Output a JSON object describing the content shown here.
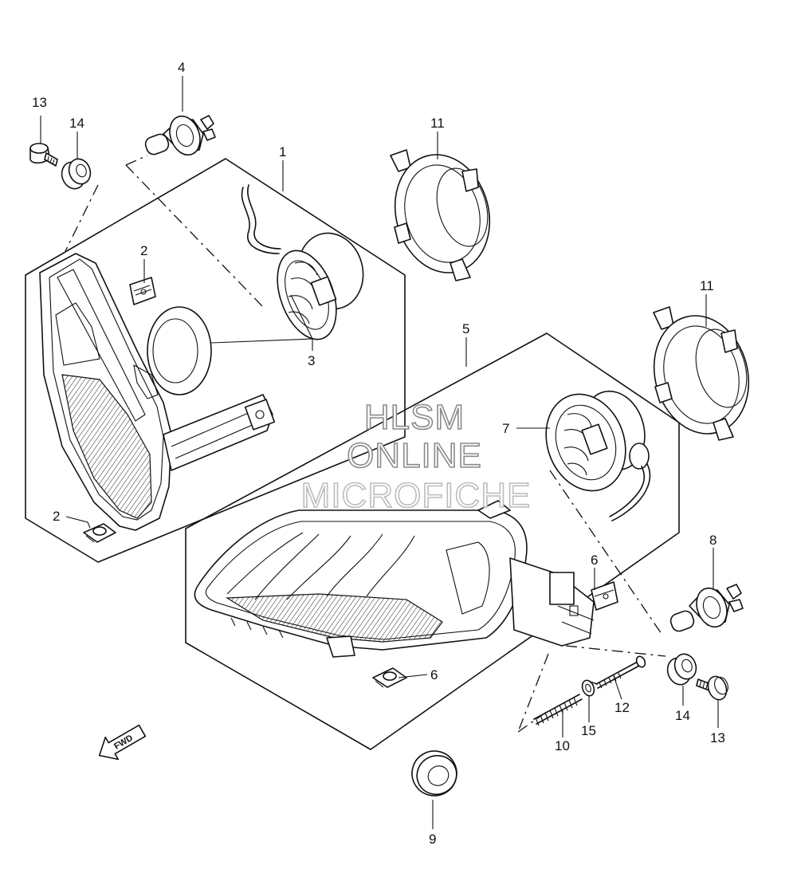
{
  "watermark": {
    "line1": "HLSM",
    "line2": "ONLINE",
    "line3": "MICROFICHE"
  },
  "direction_marker": {
    "label": "FWD",
    "icon": "fwd-arrow-icon"
  },
  "callouts": {
    "c1": "1",
    "c2a": "2",
    "c2b": "2",
    "c3": "3",
    "c4": "4",
    "c5": "5",
    "c6a": "6",
    "c6b": "6",
    "c7": "7",
    "c8": "8",
    "c9": "9",
    "c10": "10",
    "c11a": "11",
    "c11b": "11",
    "c12": "12",
    "c13a": "13",
    "c13b": "13",
    "c14a": "14",
    "c14b": "14",
    "c15": "15"
  }
}
